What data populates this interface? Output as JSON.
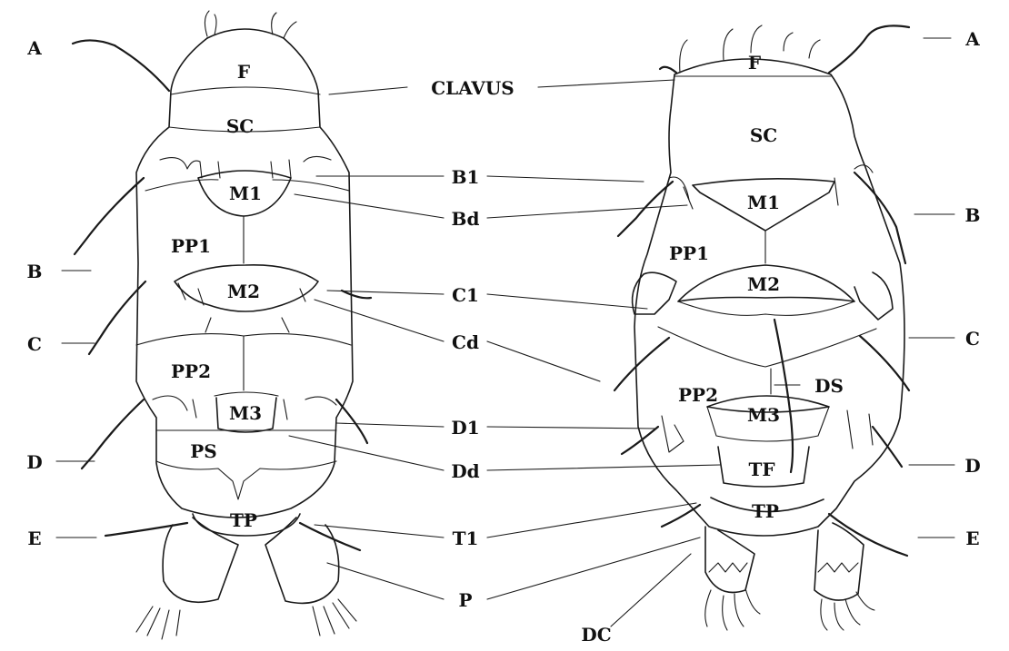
{
  "left_animal": {
    "plates": {
      "F": "F",
      "SC": "SC",
      "M1": "M1",
      "PP1": "PP1",
      "M2": "M2",
      "PP2": "PP2",
      "M3": "M3",
      "PS": "PS",
      "TP": "TP"
    },
    "outer_labels": {
      "A": "A",
      "B": "B",
      "C": "C",
      "D": "D",
      "E": "E"
    }
  },
  "right_animal": {
    "plates": {
      "F": "F",
      "SC": "SC",
      "M1": "M1",
      "PP1": "PP1",
      "M2": "M2",
      "DS": "DS",
      "PP2": "PP2",
      "M3": "M3",
      "TF": "TF",
      "TP": "TP"
    },
    "outer_labels": {
      "A": "A",
      "B": "B",
      "C": "C",
      "D": "D",
      "E": "E"
    }
  },
  "center_labels": {
    "clavus": "CLAVUS",
    "b1": "B1",
    "bd": "Bd",
    "c1": "C1",
    "cd": "Cd",
    "d1": "D1",
    "dd": "Dd",
    "t1": "T1",
    "p": "P",
    "dc": "DC"
  }
}
